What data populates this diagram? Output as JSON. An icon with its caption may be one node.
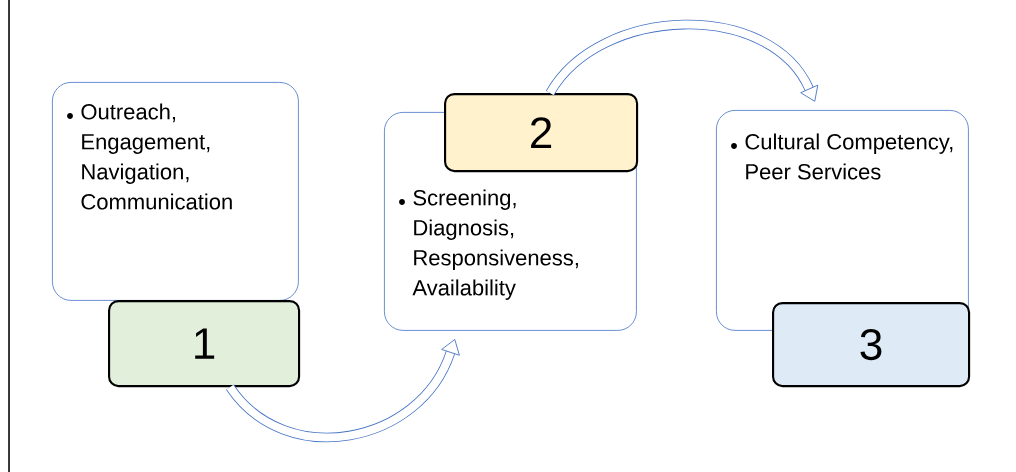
{
  "diagram": {
    "nodes": [
      {
        "text": [
          "Outreach, Engagement, Navigation, Communication"
        ]
      },
      {
        "text": [
          "1"
        ]
      },
      {
        "text": [
          "Screening, Diagnosis, Responsiveness, Availability"
        ]
      },
      {
        "text": [
          "2"
        ]
      },
      {
        "text": [
          "Cultural Competency, Peer Services"
        ]
      },
      {
        "text": [
          "3"
        ]
      }
    ],
    "edges": [
      {
        "from": 1,
        "to": 2,
        "arrow": "to"
      },
      {
        "from": 3,
        "to": 4,
        "arrow": "to"
      }
    ]
  }
}
